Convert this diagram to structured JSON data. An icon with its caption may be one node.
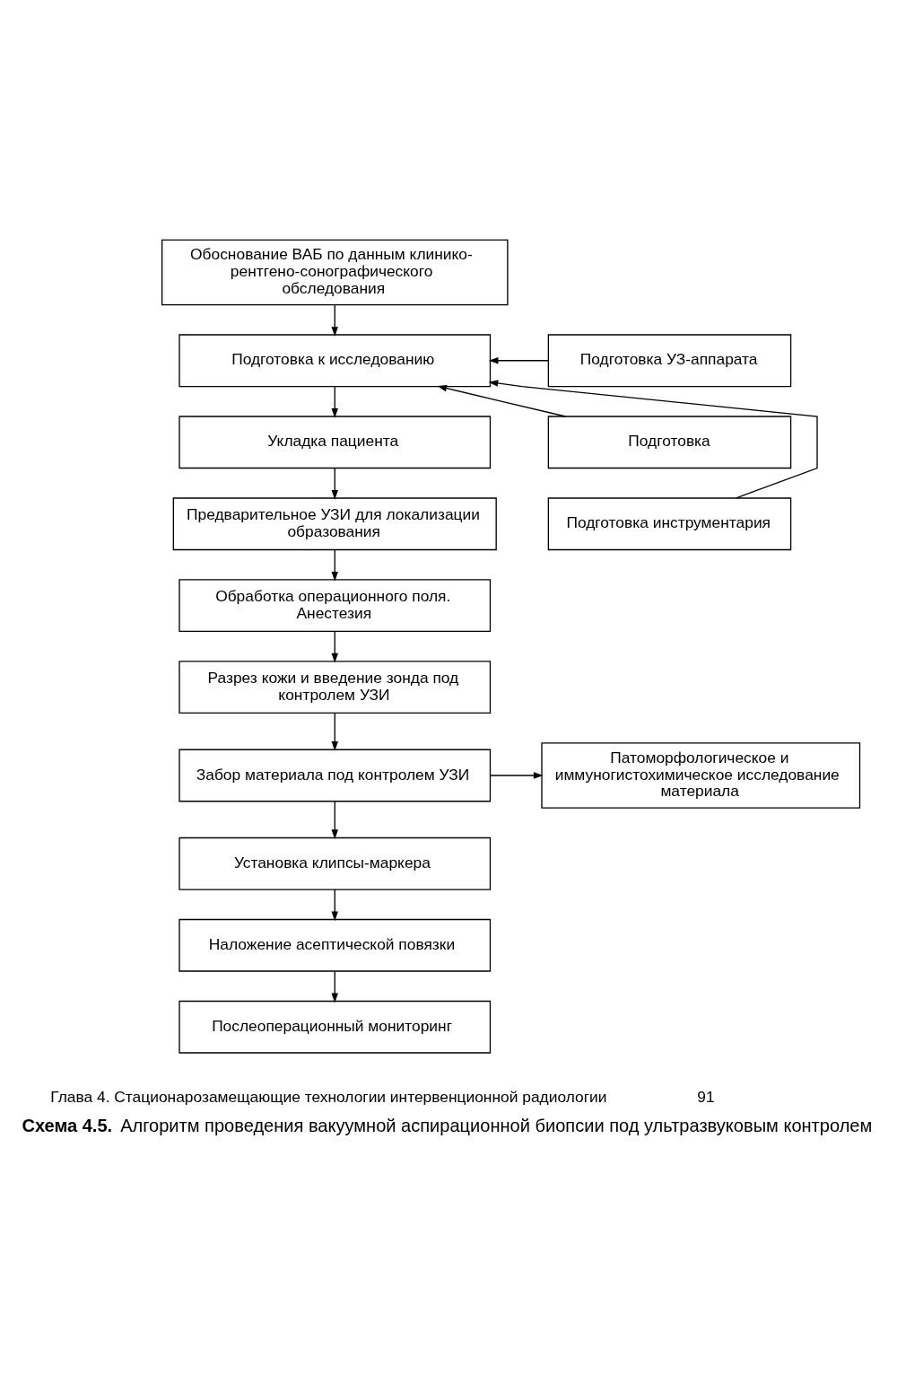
{
  "diagram": {
    "caption": "**Схема 4.5.** Алгоритм проведения вакуумной аспирационной биопсии под ультразвуковым контролем",
    "nodes": [
      {
        "text": [
          "Обоснование ВАБ по данным клинико-рентгено-сонографического обследования"
        ]
      },
      {
        "text": [
          "Подготовка к исследованию"
        ]
      },
      {
        "text": [
          "Подготовка УЗ-аппарата"
        ]
      },
      {
        "text": [
          "Подготовка"
        ]
      },
      {
        "text": [
          "Подготовка инструментария"
        ]
      },
      {
        "text": [
          "Укладка пациента"
        ]
      },
      {
        "text": [
          "Предварительное УЗИ для локализации образования"
        ]
      },
      {
        "text": [
          "Обработка операционного поля. Анестезия"
        ]
      },
      {
        "text": [
          "Разрез кожи и введение зонда под контролем УЗИ"
        ]
      },
      {
        "text": [
          "Забор материала под контролем УЗИ"
        ]
      },
      {
        "text": [
          "Патоморфологическое и иммуногистохимическое исследование материала"
        ]
      },
      {
        "text": [
          "Установка клипсы-маркера"
        ]
      },
      {
        "text": [
          "Наложение асептической повязки"
        ]
      },
      {
        "text": [
          "Послеоперационный мониторинг"
        ]
      }
    ],
    "edges": [
      {
        "from": 0,
        "to": 1,
        "arrow": "to"
      },
      {
        "from": 2,
        "to": 1,
        "arrow": "to"
      },
      {
        "from": 3,
        "to": 1,
        "arrow": "to"
      },
      {
        "from": 4,
        "to": 1,
        "arrow": "to"
      },
      {
        "from": 1,
        "to": 5,
        "arrow": "to"
      },
      {
        "from": 5,
        "to": 6,
        "arrow": "to"
      },
      {
        "from": 6,
        "to": 7,
        "arrow": "to"
      },
      {
        "from": 7,
        "to": 8,
        "arrow": "to"
      },
      {
        "from": 8,
        "to": 9,
        "arrow": "to"
      },
      {
        "from": 9,
        "to": 10,
        "arrow": "to"
      },
      {
        "from": 9,
        "to": 11,
        "arrow": "to"
      },
      {
        "from": 11,
        "to": 12,
        "arrow": "to"
      },
      {
        "from": 12,
        "to": 13,
        "arrow": "to"
      }
    ],
    "labels": [
      "Глава 4. Стационарозамещающие технологии интервенционной радиологии",
      "91"
    ]
  }
}
